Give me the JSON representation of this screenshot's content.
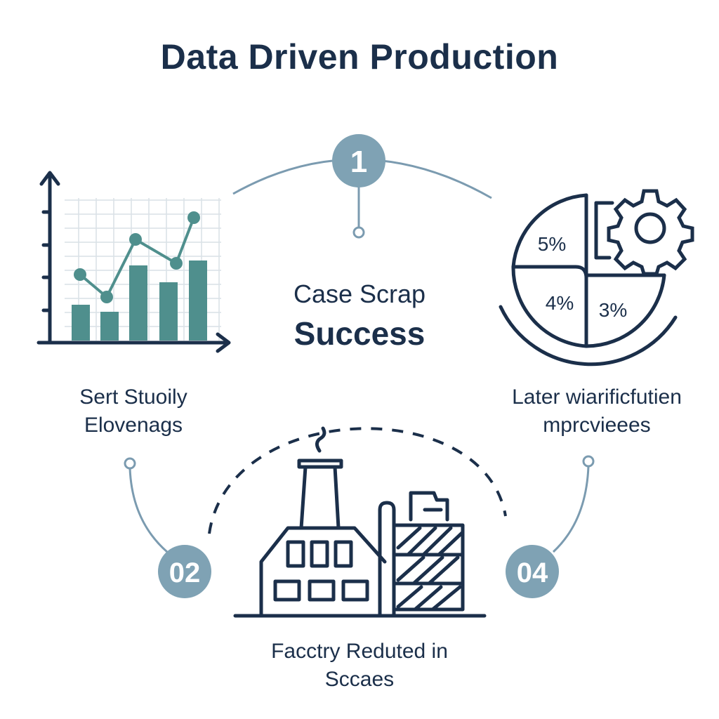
{
  "title": "Data Driven Production",
  "center": {
    "line1": "Case Scrap",
    "line2": "Success"
  },
  "steps": [
    {
      "number": "1"
    },
    {
      "number": "02",
      "caption_line1": "Sert Stuoily",
      "caption_line2": "Elovenags"
    },
    {
      "number": "04",
      "caption_line1": "Later wiarificfutien",
      "caption_line2": "mprcvieees"
    }
  ],
  "bottom_caption": {
    "line1": "Facctry Reduted in",
    "line2": "Sccaes"
  },
  "pie_labels": [
    "5%",
    "4%",
    "3%"
  ],
  "icons": [
    "chart-icon",
    "pie-gear-icon",
    "factory-icon"
  ],
  "colors": {
    "navy": "#1b2f4a",
    "teal": "#4f8f8d",
    "badge": "#7fa2b4",
    "connector": "#7b9bb0"
  }
}
